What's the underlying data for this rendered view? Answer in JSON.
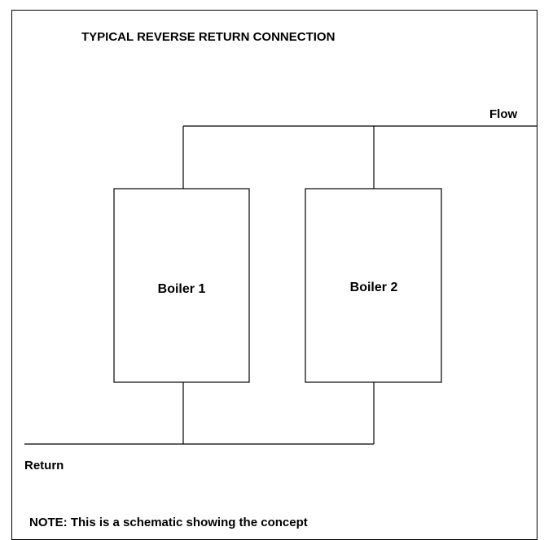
{
  "title": "TYPICAL REVERSE RETURN CONNECTION",
  "flow_label": "Flow",
  "return_label": "Return",
  "boilers": [
    {
      "label": "Boiler 1"
    },
    {
      "label": "Boiler 2"
    }
  ],
  "note": "NOTE: This is a schematic showing the concept",
  "colors": {
    "line": "#000000",
    "background": "#ffffff"
  }
}
